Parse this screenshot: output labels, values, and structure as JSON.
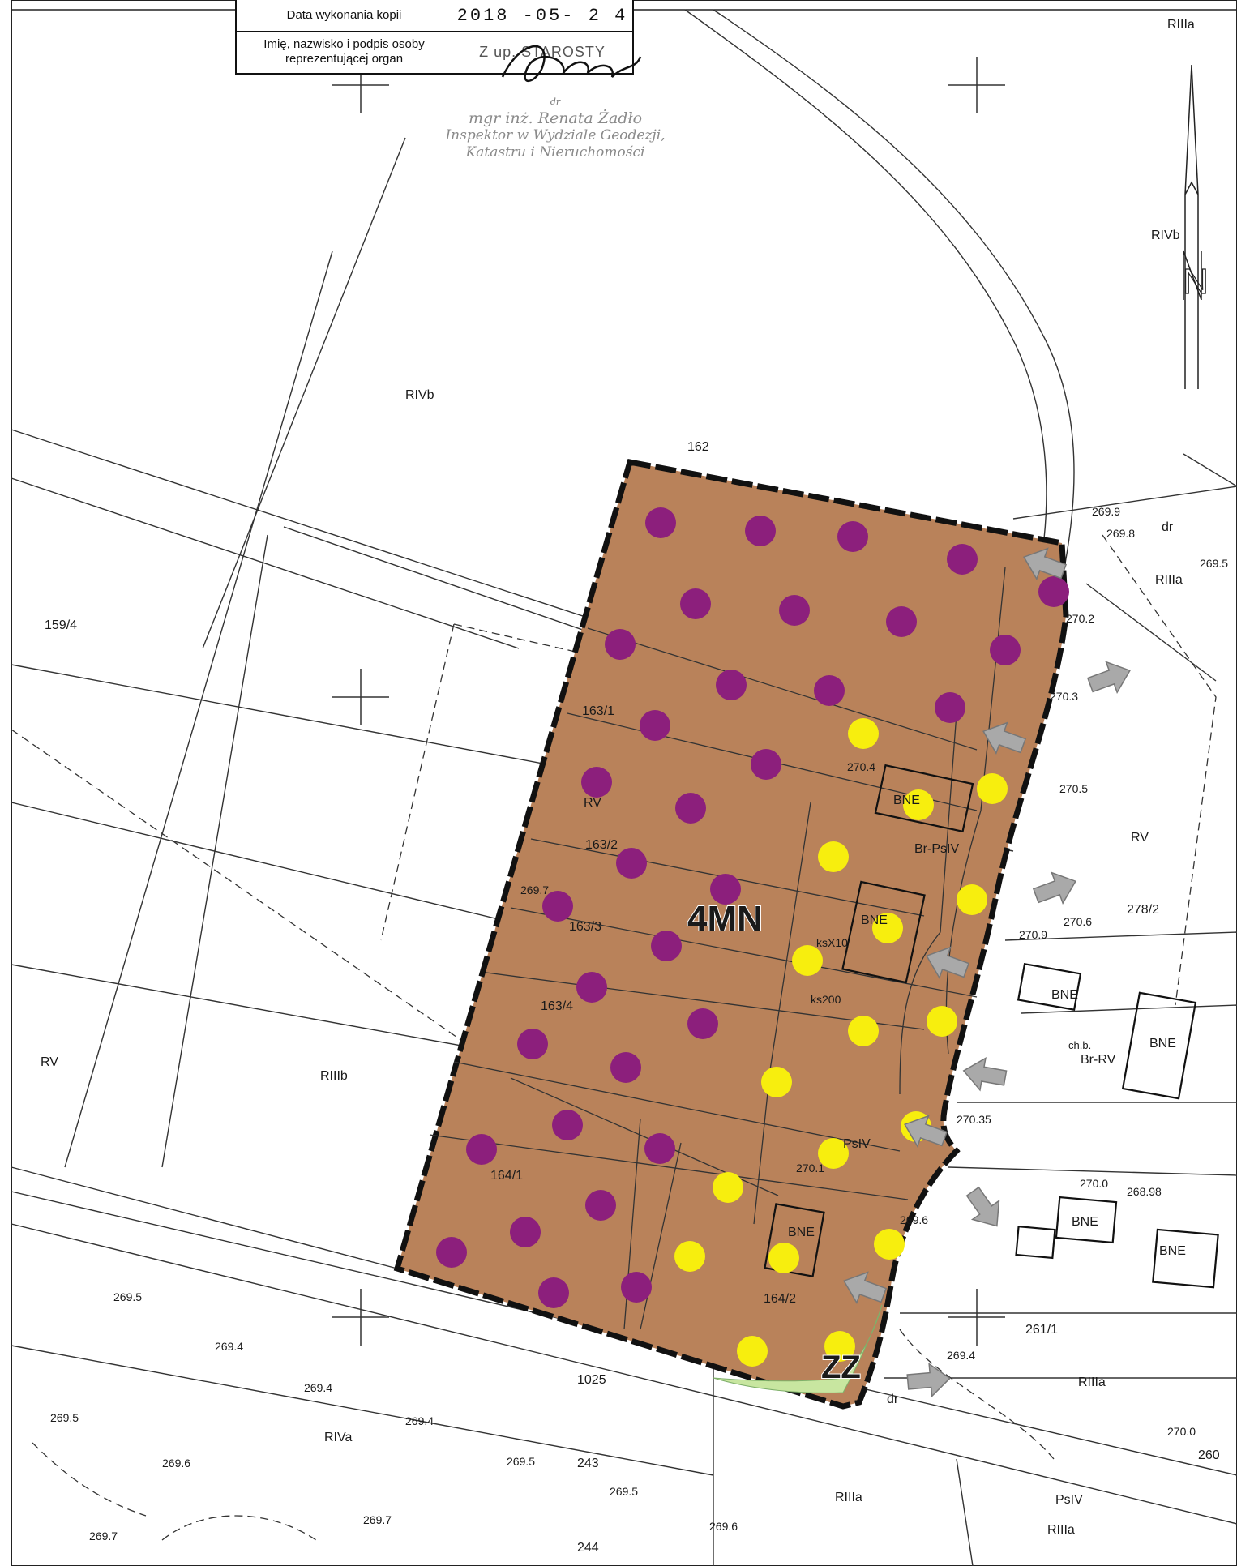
{
  "header_table": {
    "row1_label": "Data wykonania kopii",
    "row1_value": "2018 -05- 2 4",
    "row2_label": "Imię, nazwisko i podpis osoby reprezentującej organ",
    "row2_value": "Z up. STAROSTY"
  },
  "stamp": {
    "prefix": "dr",
    "name": "mgr inż. Renata Żadło",
    "role_line1": "Inspektor w Wydziale Geodezji,",
    "role_line2": "Katastru i Nieruchomości"
  },
  "plan": {
    "zone_main": "4MN",
    "zone_green": "ZZ",
    "zone_fill_color": "#b9825a",
    "green_color": "#c8e6a0",
    "circle_purple_color": "#8c1f7c",
    "circle_yellow_color": "#f7ee0e",
    "arrow_color": "#a9a9a9"
  },
  "north_arrow": {
    "label": "N",
    "icon": "north-arrow-icon"
  },
  "parcel_labels": [
    "162",
    "159/4",
    "163/1",
    "163/2",
    "163/3",
    "163/4",
    "164/1",
    "164/2",
    "1025",
    "243",
    "244",
    "278/2",
    "261/1",
    "260"
  ],
  "land_class_labels": [
    "RIVb",
    "RIIIa",
    "RV",
    "RIIIb",
    "PsIV",
    "RIVa",
    "Br-PsIV",
    "Br-RV"
  ],
  "building_labels": [
    "BNE",
    "BNE",
    "BNE",
    "BNE",
    "BNE",
    "BNE",
    "BNE"
  ],
  "elevations": [
    "269.9",
    "269.8",
    "269.5",
    "270.2",
    "270.3",
    "270.4",
    "270.5",
    "270.6",
    "270.9",
    "269.7",
    "270.1",
    "270.0",
    "269.4",
    "269.6",
    "268.98",
    "270.35"
  ],
  "misc_labels": [
    "dr",
    "ks200",
    "ksX10",
    "ch.b."
  ]
}
